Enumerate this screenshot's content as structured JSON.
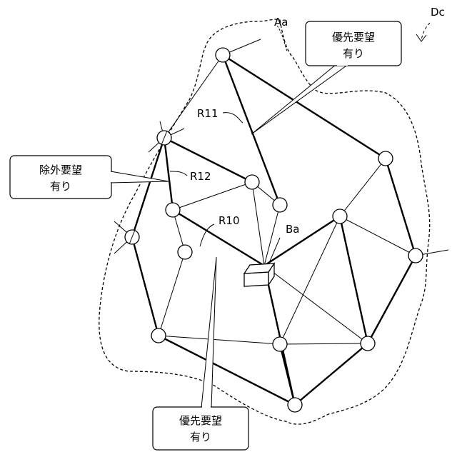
{
  "labels": {
    "figure_ref": "Dc",
    "area": "Aa",
    "base": "Ba",
    "route_r11": "R11",
    "route_r12": "R12",
    "route_r10": "R10"
  },
  "callouts": {
    "priority_top": [
      "優先要望",
      "有り"
    ],
    "exclusion": [
      "除外要望",
      "有り"
    ],
    "priority_bottom": [
      "優先要望",
      "有り"
    ]
  },
  "colors": {
    "line": "#000000",
    "node_fill": "#ffffff",
    "background": "#ffffff"
  }
}
